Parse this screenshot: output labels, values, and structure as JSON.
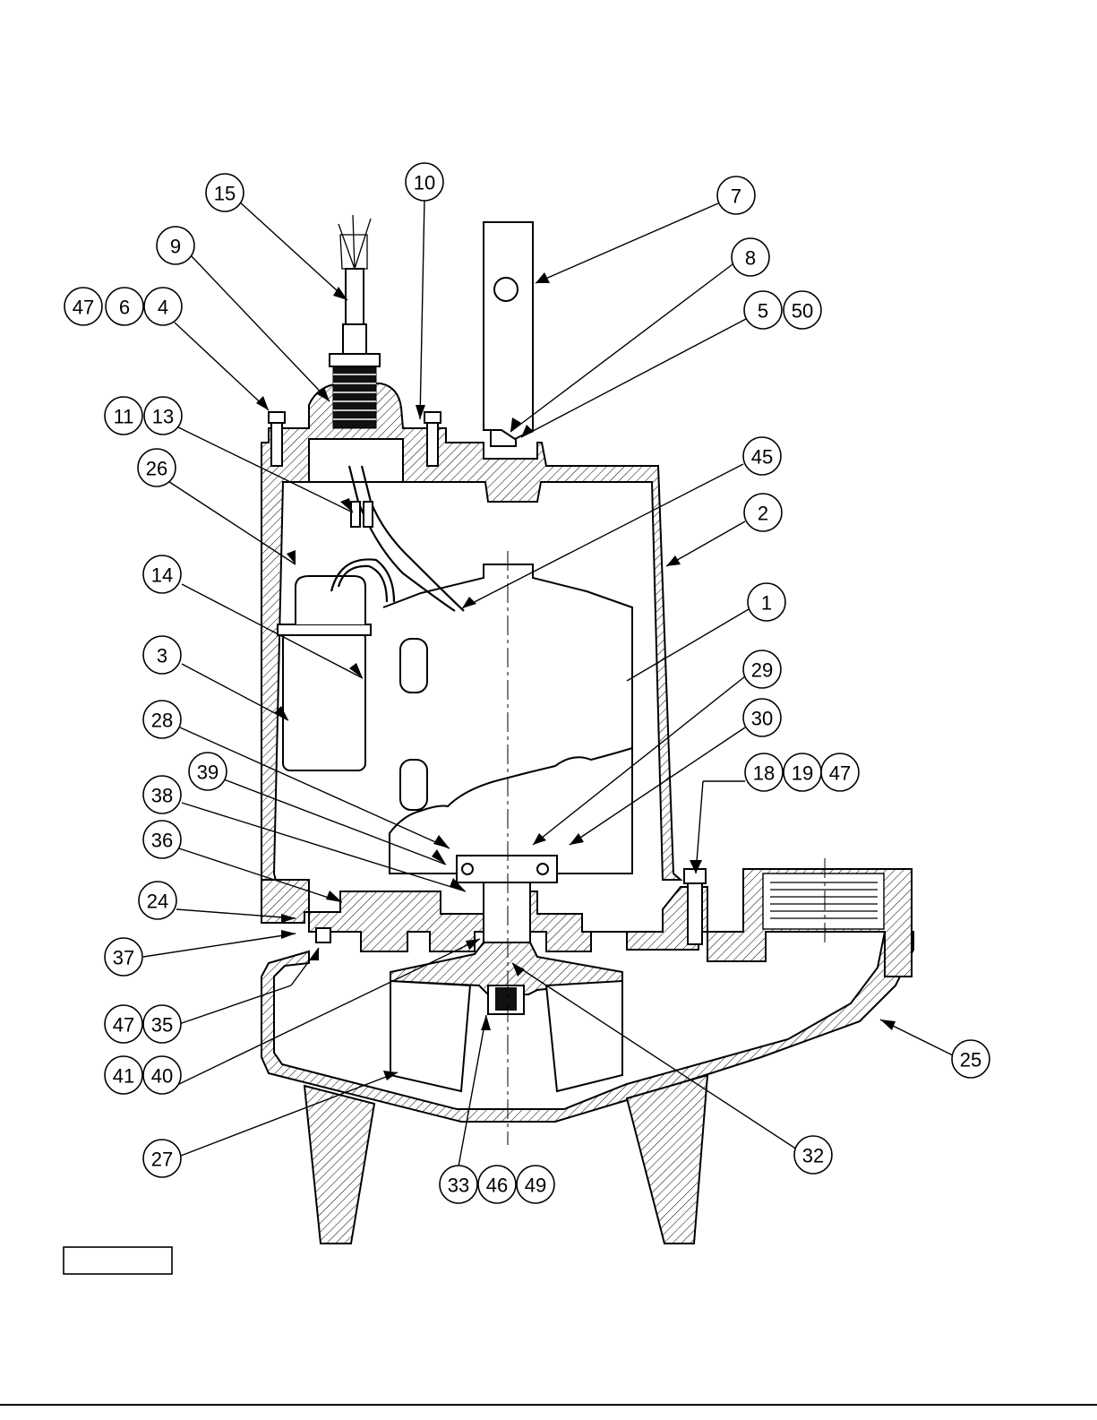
{
  "callouts": [
    {
      "id": "c15",
      "label": "15"
    },
    {
      "id": "c10",
      "label": "10"
    },
    {
      "id": "c7",
      "label": "7"
    },
    {
      "id": "c9",
      "label": "9"
    },
    {
      "id": "c8",
      "label": "8"
    },
    {
      "id": "c47a",
      "label": "47"
    },
    {
      "id": "c6",
      "label": "6"
    },
    {
      "id": "c4",
      "label": "4"
    },
    {
      "id": "c5",
      "label": "5"
    },
    {
      "id": "c50",
      "label": "50"
    },
    {
      "id": "c11",
      "label": "11"
    },
    {
      "id": "c13",
      "label": "13"
    },
    {
      "id": "c45",
      "label": "45"
    },
    {
      "id": "c26",
      "label": "26"
    },
    {
      "id": "c2",
      "label": "2"
    },
    {
      "id": "c14",
      "label": "14"
    },
    {
      "id": "c1",
      "label": "1"
    },
    {
      "id": "c3",
      "label": "3"
    },
    {
      "id": "c29",
      "label": "29"
    },
    {
      "id": "c28",
      "label": "28"
    },
    {
      "id": "c30",
      "label": "30"
    },
    {
      "id": "c39",
      "label": "39"
    },
    {
      "id": "c18",
      "label": "18"
    },
    {
      "id": "c19",
      "label": "19"
    },
    {
      "id": "c47b",
      "label": "47"
    },
    {
      "id": "c38",
      "label": "38"
    },
    {
      "id": "c36",
      "label": "36"
    },
    {
      "id": "c24",
      "label": "24"
    },
    {
      "id": "c37",
      "label": "37"
    },
    {
      "id": "c47c",
      "label": "47"
    },
    {
      "id": "c35",
      "label": "35"
    },
    {
      "id": "c25",
      "label": "25"
    },
    {
      "id": "c41",
      "label": "41"
    },
    {
      "id": "c40",
      "label": "40"
    },
    {
      "id": "c27",
      "label": "27"
    },
    {
      "id": "c32",
      "label": "32"
    },
    {
      "id": "c33",
      "label": "33"
    },
    {
      "id": "c46",
      "label": "46"
    },
    {
      "id": "c49",
      "label": "49"
    }
  ],
  "figure_label": ""
}
